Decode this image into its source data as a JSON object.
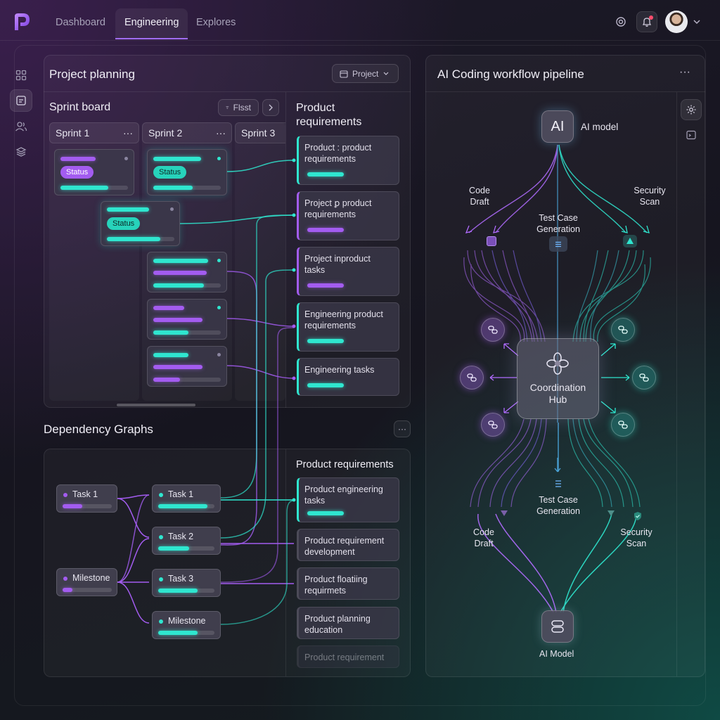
{
  "nav": {
    "tabs": [
      {
        "label": "Dashboard"
      },
      {
        "label": "Engineering"
      },
      {
        "label": "Explores"
      }
    ]
  },
  "project": {
    "title": "Project planning",
    "dropdown": "Project",
    "sprint_board_title": "Sprint board",
    "filter_label": "Flsst",
    "sprints": [
      {
        "label": "Sprint 1"
      },
      {
        "label": "Sprint 2"
      },
      {
        "label": "Sprint 3"
      }
    ],
    "status_label": "Status",
    "requirements_title": "Product requirements",
    "requirements": [
      {
        "text": "Product : product requirements"
      },
      {
        "text": "Project ꝑ product requirements"
      },
      {
        "text": "Project inproduct tasks"
      },
      {
        "text": "Engineering product requirements"
      },
      {
        "text": "Engineering tasks"
      }
    ]
  },
  "dependency": {
    "title": "Dependency Graphs",
    "more": "···",
    "nodes": [
      {
        "label": "Task 1"
      },
      {
        "label": "Milestone"
      },
      {
        "label": "Task 1"
      },
      {
        "label": "Task 2"
      },
      {
        "label": "Task 3"
      },
      {
        "label": "Milestone"
      }
    ],
    "requirements_title": "Product requirements",
    "requirements": [
      {
        "text": "Product engineering tasks"
      },
      {
        "text": "Product requirement development"
      },
      {
        "text": "Product floatiing requirmets"
      },
      {
        "text": "Product planning education"
      },
      {
        "text": "Product requirement"
      }
    ]
  },
  "pipeline": {
    "title": "AI Coding workflow pipeline",
    "more": "···",
    "ai_badge": "AI",
    "ai_model_top": "AI model",
    "code_draft_top": [
      "Code",
      "Draft"
    ],
    "security_scan_top": [
      "Security",
      "Scan"
    ],
    "test_case_top": [
      "Test Case",
      "Generation"
    ],
    "hub": [
      "Coordination",
      "Hub"
    ],
    "test_case_bottom": [
      "Test Case",
      "Generation"
    ],
    "code_draft_bottom": [
      "Code",
      "Draft"
    ],
    "security_scan_bottom": [
      "Security",
      "Scan"
    ],
    "ai_model_bottom": "AI Model"
  },
  "colors": {
    "teal": "#2fe6cf",
    "purple": "#a35cf0",
    "accent": "#a06cf0",
    "alert": "#ff4d6d"
  }
}
